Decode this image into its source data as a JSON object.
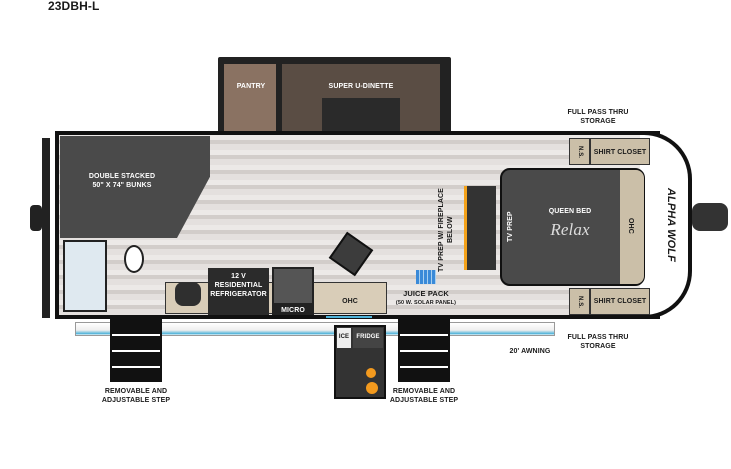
{
  "model_title": "23DBH-L",
  "rooms": {
    "pantry": "PANTRY",
    "dinette": "SUPER U-DINETTE",
    "bunks": "DOUBLE STACKED 50\" X 74\" BUNKS",
    "fridge": "12 V RESIDENTIAL REFRIGERATOR",
    "micro": "MICRO",
    "ohc_kitchen": "OHC",
    "juice_pack": "JUICE PACK",
    "juice_pack_sub": "(50 W. SOLAR PANEL)",
    "tv_prep_fireplace": "TV PREP W/ FIREPLACE BELOW",
    "tv_prep_bed": "TV PREP",
    "queen_bed": "QUEEN BED",
    "relax": "Relax",
    "ohc_bed": "OHC",
    "ns_top": "N.S.",
    "shirt_closet_top": "SHIRT CLOSET",
    "ns_bottom": "N.S.",
    "shirt_closet_bottom": "SHIRT CLOSET"
  },
  "callouts": {
    "storage_top": "FULL PASS THRU STORAGE",
    "storage_bottom": "FULL PASS THRU STORAGE",
    "awning": "20' AWNING",
    "step_left": "REMOVABLE AND ADJUSTABLE STEP",
    "step_right": "REMOVABLE AND ADJUSTABLE STEP",
    "ice": "ICE",
    "outdoor_fridge": "FRIDGE"
  },
  "logo": "ALPHA WOLF"
}
